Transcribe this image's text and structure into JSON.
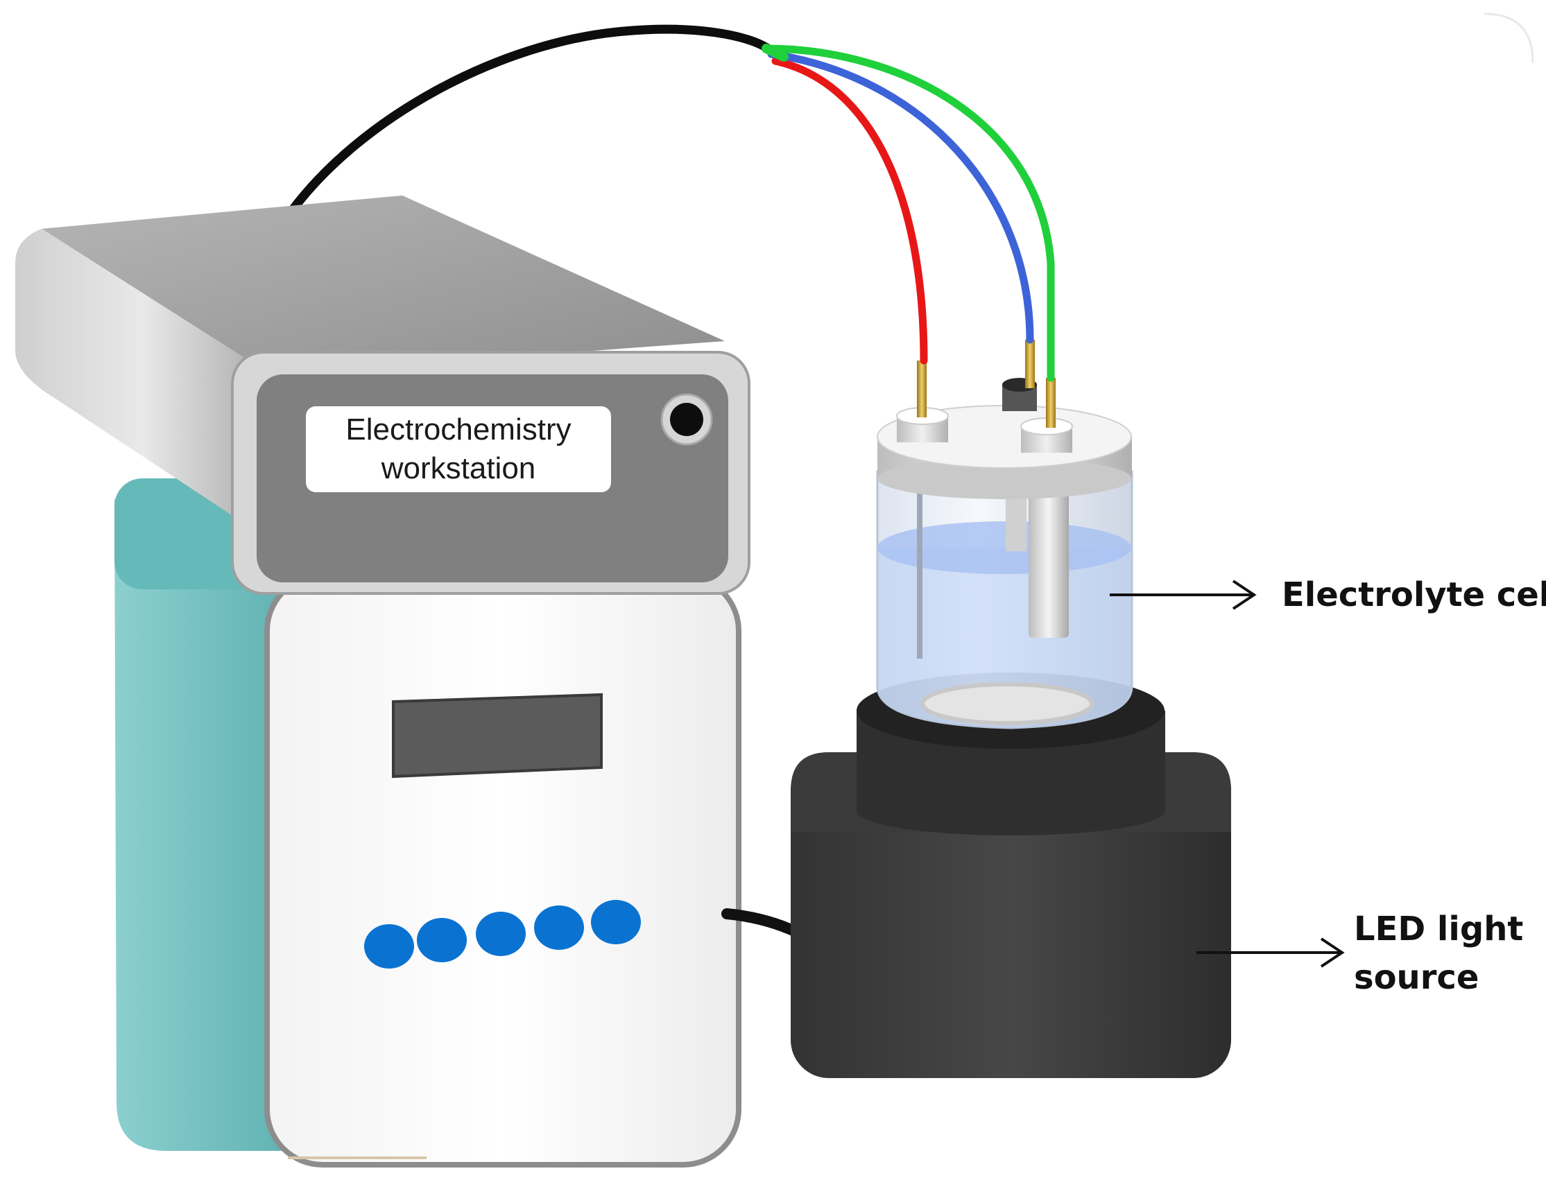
{
  "labels": {
    "workstation": [
      "Electrochemistry",
      "workstation"
    ],
    "electrolyte_cell": "Electrolyte cell",
    "led_light_source": [
      "LED light",
      "source"
    ]
  },
  "colors": {
    "workstation_body": "#9a9a9a",
    "workstation_front": "#7d7d7d",
    "pump_teal": "#7cc4c4",
    "pump_front": "#ffffff",
    "button_blue": "#0a73d2",
    "led_base": "#3f3f3f",
    "cable_black": "#0d0d0d",
    "wire_red": "#e81717",
    "wire_blue": "#3d63d8",
    "wire_green": "#1fd03a",
    "electrolyte": "#b7cdf4",
    "pin_gold": "#c99b2a"
  },
  "icons": {
    "pump_buttons": [
      "round-button-icon",
      "round-button-icon",
      "round-button-icon",
      "round-button-icon",
      "round-button-icon"
    ],
    "power_knob": "knob-icon",
    "arrows": [
      "arrow-right-icon",
      "arrow-right-icon"
    ]
  }
}
